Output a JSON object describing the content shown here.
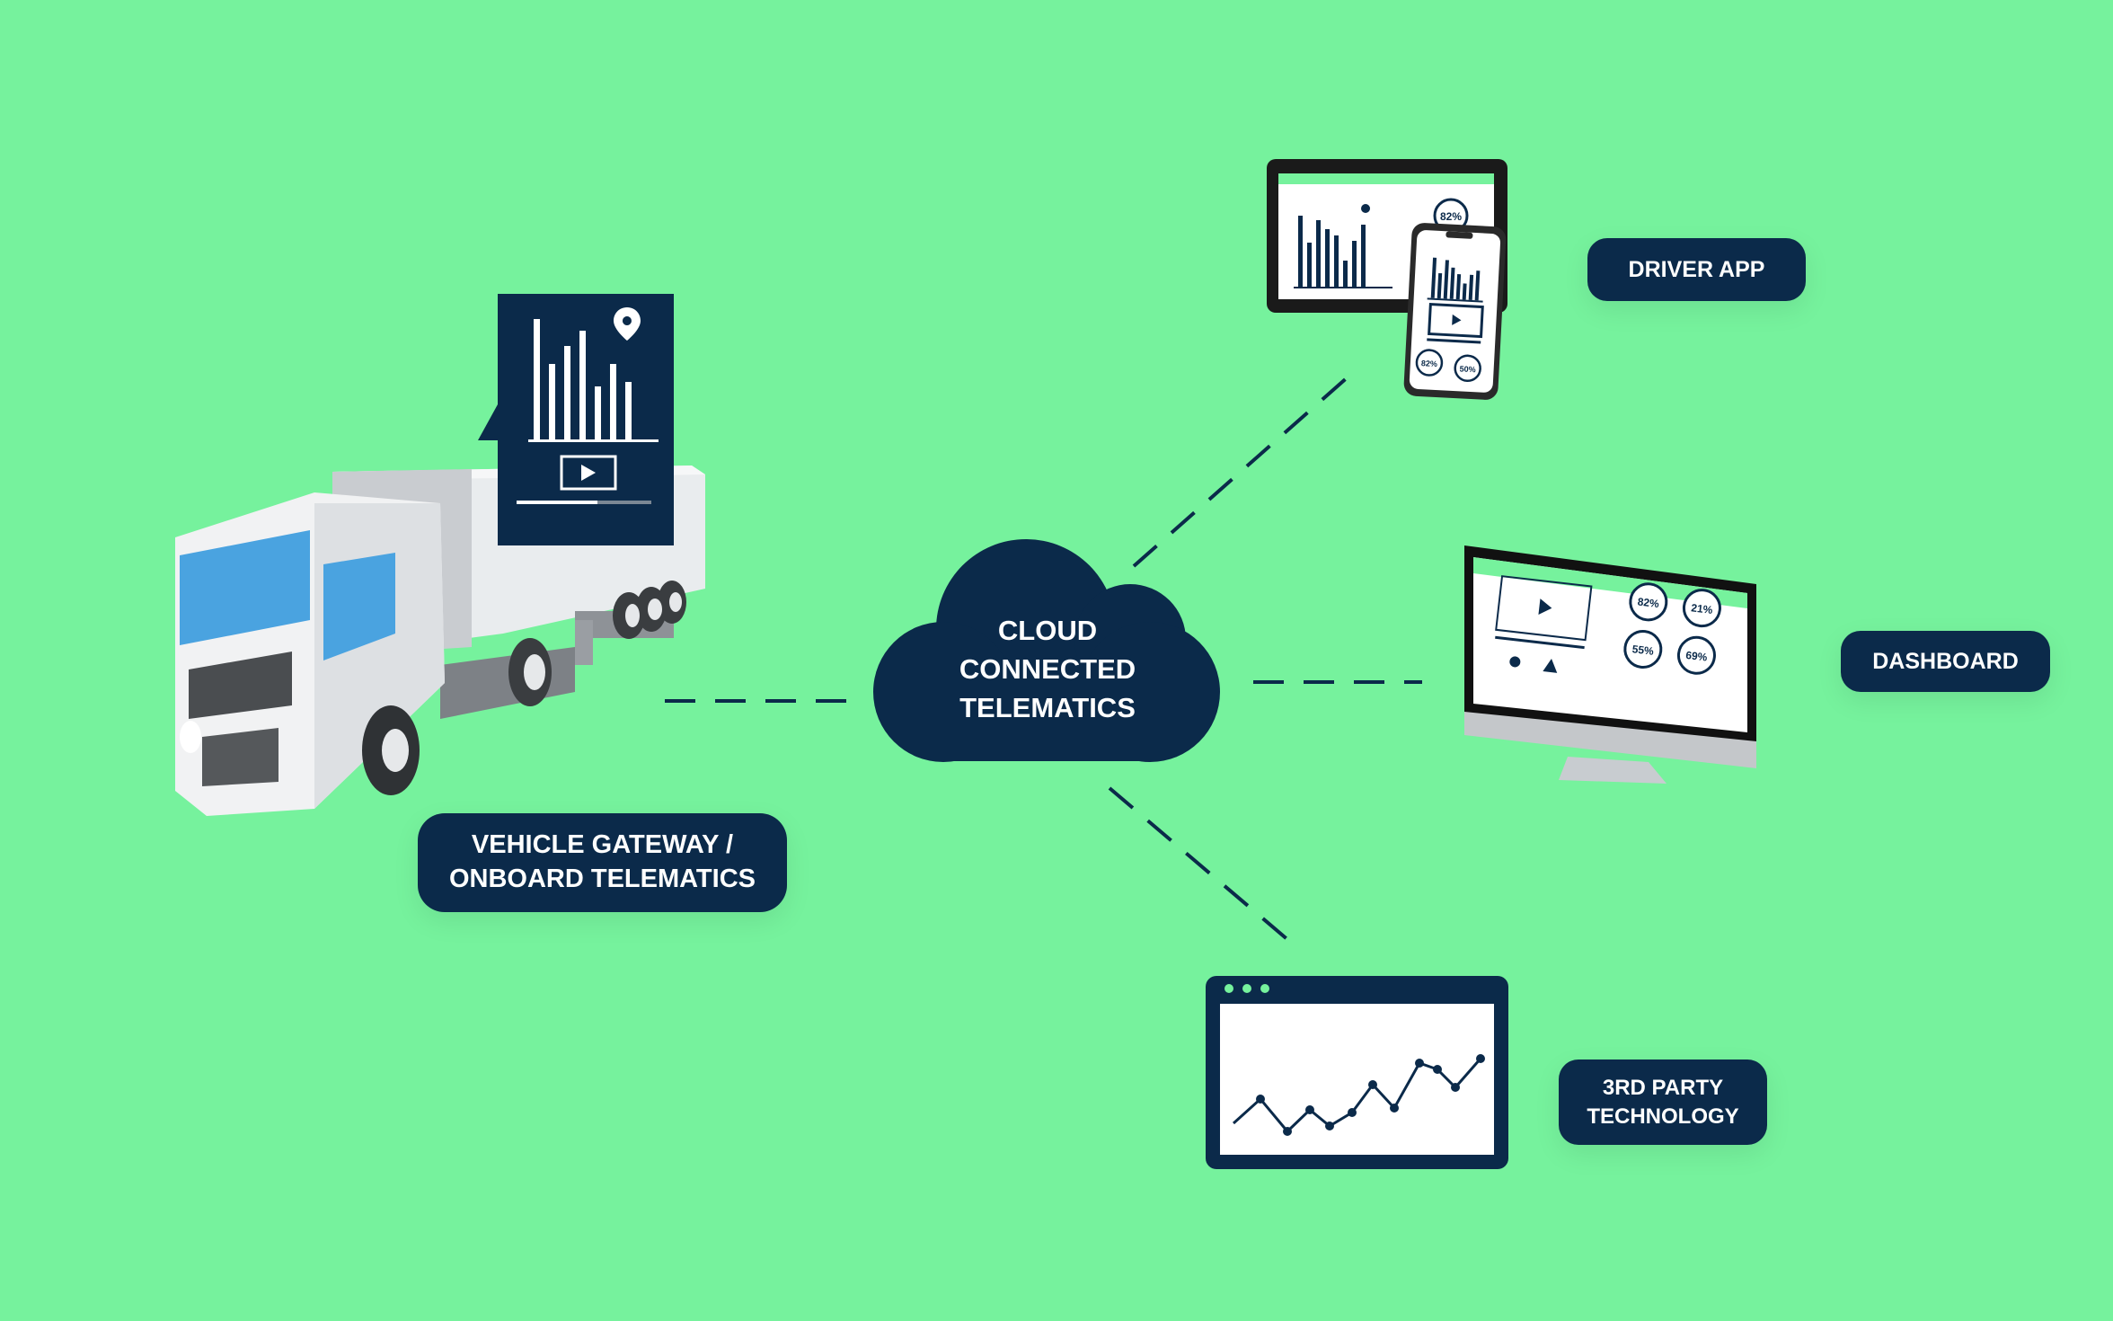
{
  "nodes": {
    "vehicle": {
      "line1": "VEHICLE GATEWAY /",
      "line2": "ONBOARD TELEMATICS"
    },
    "cloud": {
      "line1": "CLOUD",
      "line2": "CONNECTED",
      "line3": "TELEMATICS"
    },
    "driver_app": {
      "label": "DRIVER APP"
    },
    "dashboard": {
      "label": "DASHBOARD"
    },
    "third_party": {
      "line1": "3RD PARTY",
      "line2": "TECHNOLOGY"
    }
  },
  "driver_app_screens": {
    "tablet_gauge": "82%",
    "phone_gauges": [
      "82%",
      "50%"
    ]
  },
  "dashboard_screen": {
    "gauges": [
      "82%",
      "21%",
      "55%",
      "69%"
    ]
  },
  "colors": {
    "background": "#76f29d",
    "navy": "#0b2a4a",
    "white": "#ffffff"
  }
}
